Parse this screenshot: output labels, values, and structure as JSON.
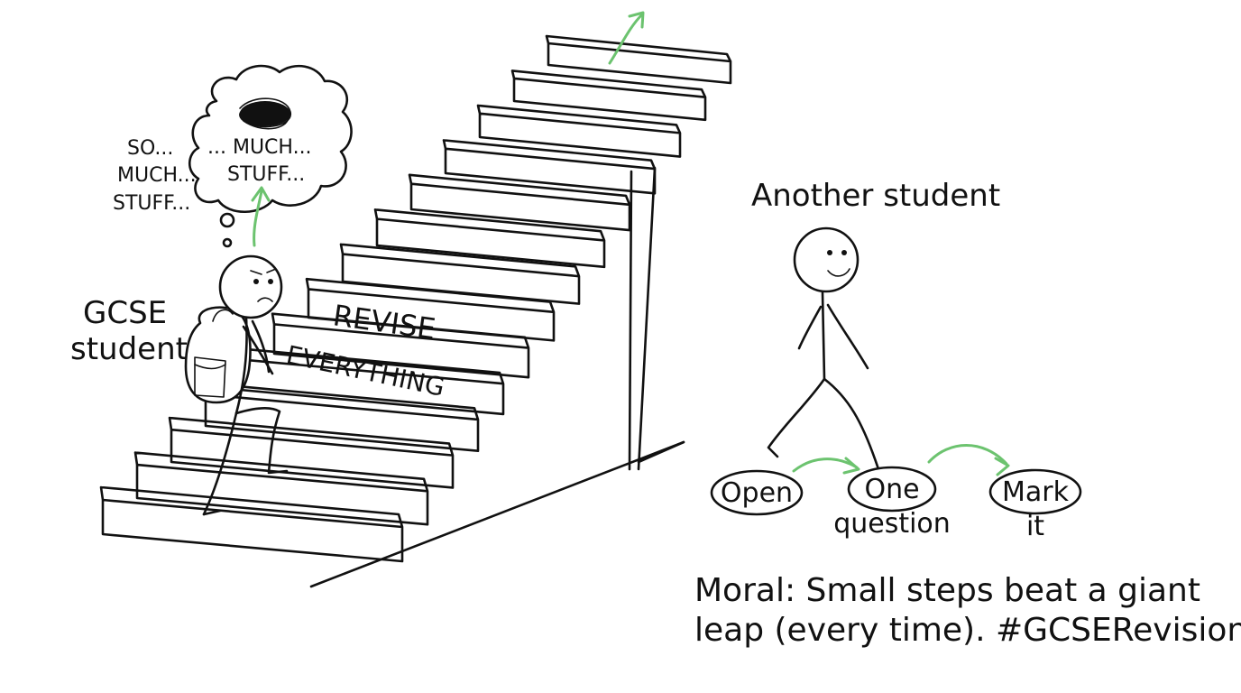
{
  "thought": {
    "left_lines": [
      "SO...",
      "MUCH...",
      "STUFF..."
    ],
    "cloud_lines": [
      "... MUCH...",
      "STUFF..."
    ]
  },
  "gcse_label": [
    "GCSE",
    "student"
  ],
  "stair_text": [
    "REVISE",
    "EVERYTHING"
  ],
  "another_label": "Another student",
  "steps": [
    {
      "line1": "Open",
      "line2": ""
    },
    {
      "line1": "One",
      "line2": "question"
    },
    {
      "line1": "Mark",
      "line2": "it"
    }
  ],
  "moral": [
    "Moral: Small steps beat a giant",
    "leap (every time). #GCSERevision"
  ],
  "colors": {
    "arrow": "#6cc36f",
    "ink": "#111111",
    "background": "#ffffff"
  }
}
